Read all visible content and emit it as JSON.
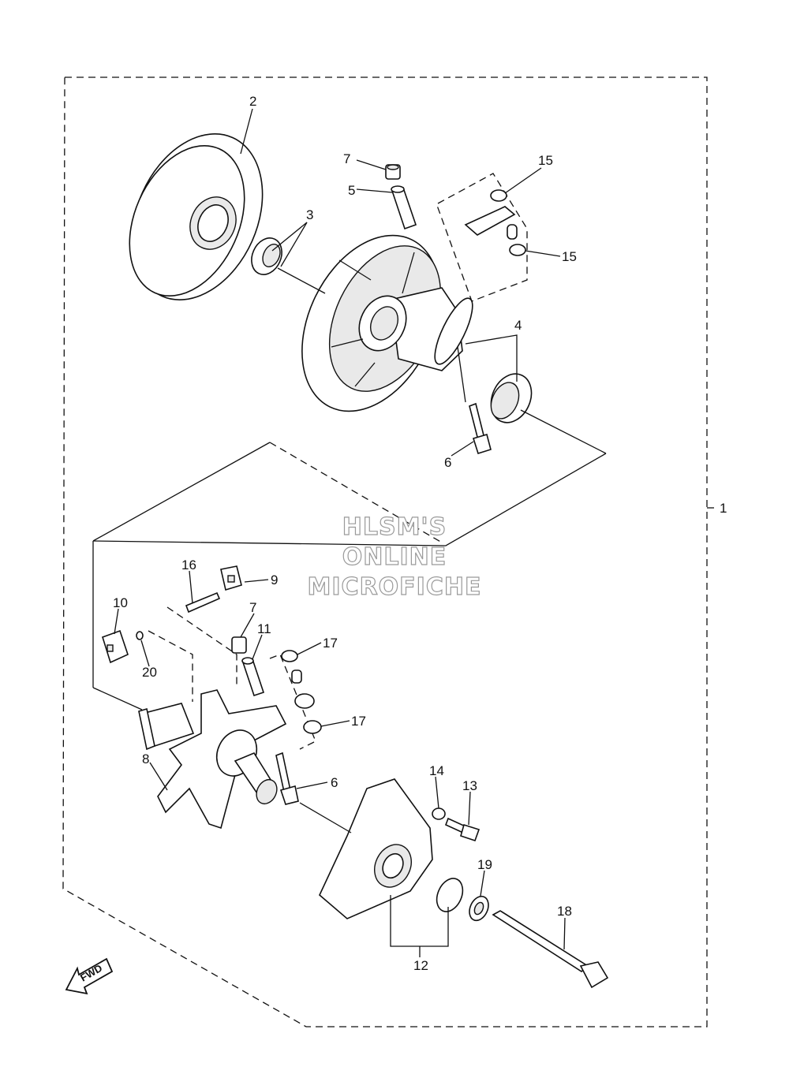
{
  "callouts": [
    "1",
    "2",
    "3",
    "4",
    "5",
    "6",
    "7",
    "8",
    "9",
    "10",
    "11",
    "12",
    "13",
    "14",
    "15",
    "16",
    "17",
    "18",
    "19",
    "20"
  ],
  "callout_repeats": {
    "6b": "6",
    "7b": "7",
    "15b": "15",
    "17b": "17"
  },
  "watermark": {
    "line1": "HLSM'S",
    "line2": "ONLINE",
    "line3": "MICROFICHE"
  },
  "direction_badge": "FWD"
}
